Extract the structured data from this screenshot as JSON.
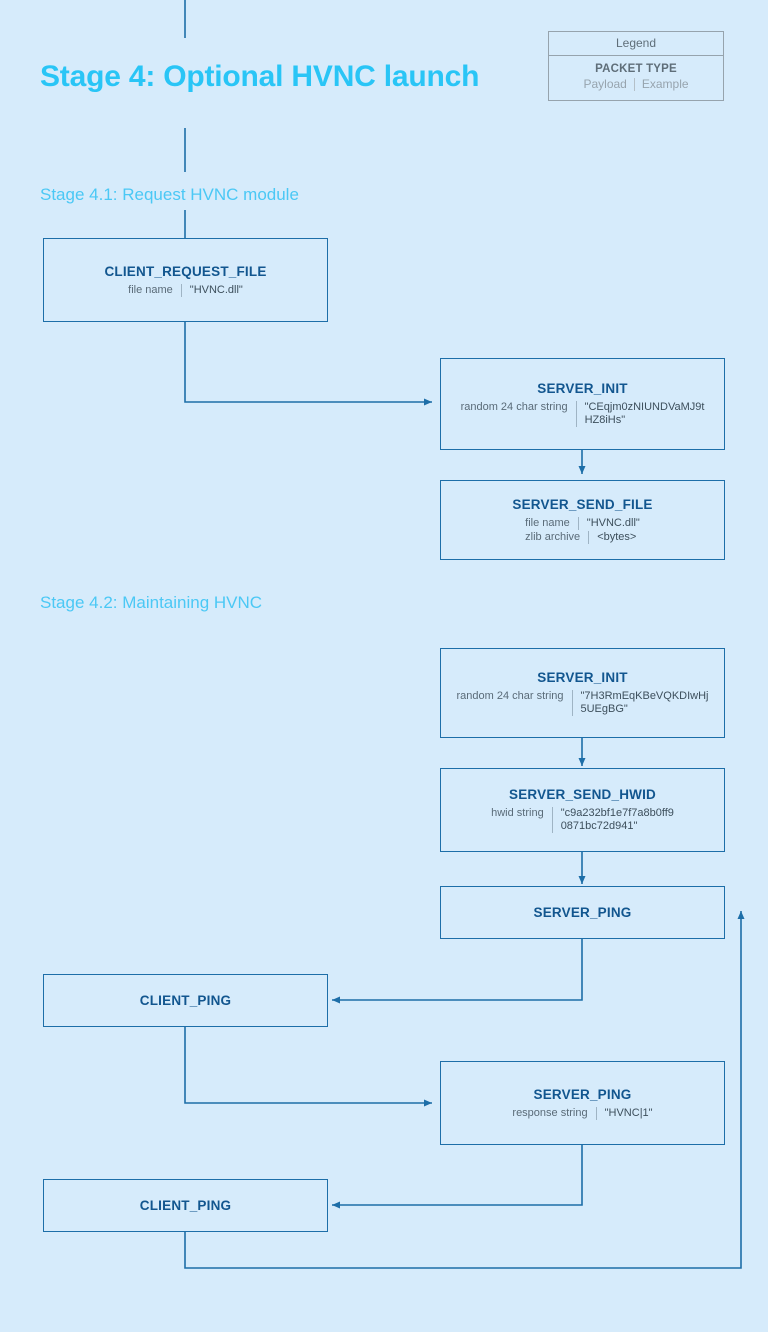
{
  "page": {
    "background_color": "#d6ebfb",
    "accent_color": "#29c5f6",
    "box_border_color": "#1d6ea8",
    "packet_title_color": "#12568f"
  },
  "stage": {
    "title": "Stage 4: Optional HVNC launch",
    "substages": [
      {
        "label": "Stage 4.1: Request HVNC module"
      },
      {
        "label": "Stage 4.2: Maintaining HVNC"
      }
    ]
  },
  "legend": {
    "header": "Legend",
    "packet_type": "PACKET TYPE",
    "payload_label": "Payload",
    "example_label": "Example"
  },
  "nodes": [
    {
      "id": "client-request-file",
      "type": "CLIENT_REQUEST_FILE",
      "rows": [
        {
          "key": "file name",
          "value": "\"HVNC.dll\""
        }
      ]
    },
    {
      "id": "server-init-1",
      "type": "SERVER_INIT",
      "rows": [
        {
          "key": "random 24 char string",
          "value": "\"CEqjm0zNIUNDVaMJ9t\nHZ8iHs\""
        }
      ]
    },
    {
      "id": "server-send-file",
      "type": "SERVER_SEND_FILE",
      "rows": [
        {
          "key": "file name",
          "value": "\"HVNC.dll\""
        },
        {
          "key": "zlib archive",
          "value": "<bytes>"
        }
      ]
    },
    {
      "id": "server-init-2",
      "type": "SERVER_INIT",
      "rows": [
        {
          "key": "random 24 char string",
          "value": "\"7H3RmEqKBeVQKDIwHj\n5UEgBG\""
        }
      ]
    },
    {
      "id": "server-send-hwid",
      "type": "SERVER_SEND_HWID",
      "rows": [
        {
          "key": "hwid string",
          "value": "\"c9a232bf1e7f7a8b0ff9\n0871bc72d941\""
        }
      ]
    },
    {
      "id": "server-ping-1",
      "type": "SERVER_PING",
      "rows": []
    },
    {
      "id": "client-ping-1",
      "type": "CLIENT_PING",
      "rows": []
    },
    {
      "id": "server-ping-2",
      "type": "SERVER_PING",
      "rows": [
        {
          "key": "response string",
          "value": "\"HVNC|1\""
        }
      ]
    },
    {
      "id": "client-ping-2",
      "type": "CLIENT_PING",
      "rows": []
    }
  ]
}
